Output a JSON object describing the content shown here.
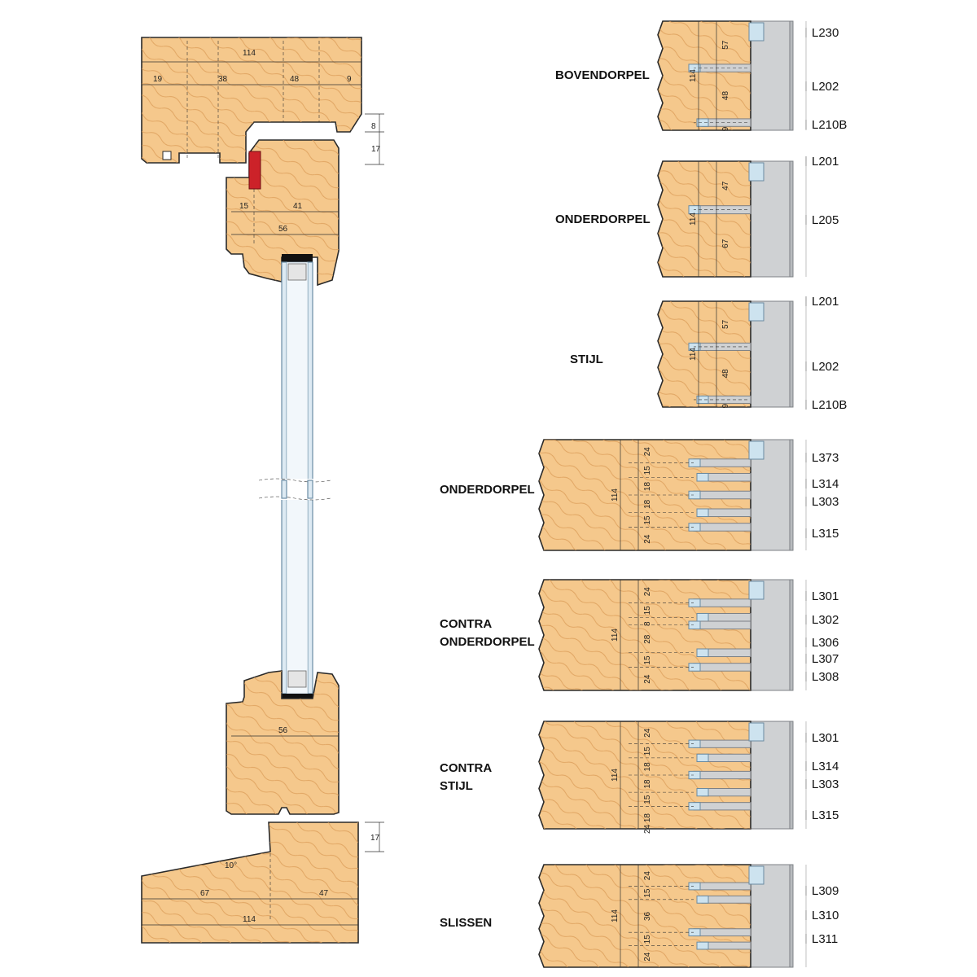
{
  "profile_left": {
    "top_rail": {
      "width_total": "114",
      "seg1": "19",
      "seg2": "38",
      "seg3": "48",
      "seg4": "9",
      "gap_top": "8",
      "gap_bottom": "17"
    },
    "sash_top": {
      "seg_a": "15",
      "seg_b": "41",
      "total": "56"
    },
    "sash_bottom": {
      "total": "56"
    },
    "sill": {
      "height": "17",
      "angle": "10°",
      "seg_a": "67",
      "seg_b": "47",
      "total": "114"
    }
  },
  "sections": [
    {
      "title_lines": [
        "BOVENDORPEL"
      ],
      "dims": [
        "114",
        "57",
        "48",
        "9"
      ],
      "tools": [
        "L230",
        "L202",
        "L210B"
      ]
    },
    {
      "title_lines": [
        "ONDERDORPEL"
      ],
      "dims": [
        "114",
        "47",
        "67"
      ],
      "tools": [
        "L201",
        "L205"
      ]
    },
    {
      "title_lines": [
        "STIJL"
      ],
      "dims": [
        "114",
        "57",
        "48",
        "9"
      ],
      "tools": [
        "L201",
        "L202",
        "L210B"
      ]
    },
    {
      "title_lines": [
        "ONDERDORPEL"
      ],
      "dims": [
        "114",
        "24",
        "15",
        "18",
        "18",
        "15",
        "24"
      ],
      "tools": [
        "L373",
        "L314",
        "L303",
        "L315"
      ]
    },
    {
      "title_lines": [
        "CONTRA",
        "ONDERDORPEL"
      ],
      "dims": [
        "114",
        "24",
        "15",
        "8",
        "28",
        "15",
        "24"
      ],
      "tools": [
        "L301",
        "L302",
        "L306",
        "L307",
        "L308"
      ]
    },
    {
      "title_lines": [
        "CONTRA",
        "STIJL"
      ],
      "dims": [
        "114",
        "24",
        "15",
        "18",
        "18",
        "15",
        "18",
        "24"
      ],
      "tools": [
        "L301",
        "L314",
        "L303",
        "L315"
      ]
    },
    {
      "title_lines": [
        "SLISSEN"
      ],
      "dims": [
        "114",
        "24",
        "15",
        "36",
        "15",
        "24"
      ],
      "tools": [
        "L309",
        "L310",
        "L311"
      ]
    }
  ]
}
